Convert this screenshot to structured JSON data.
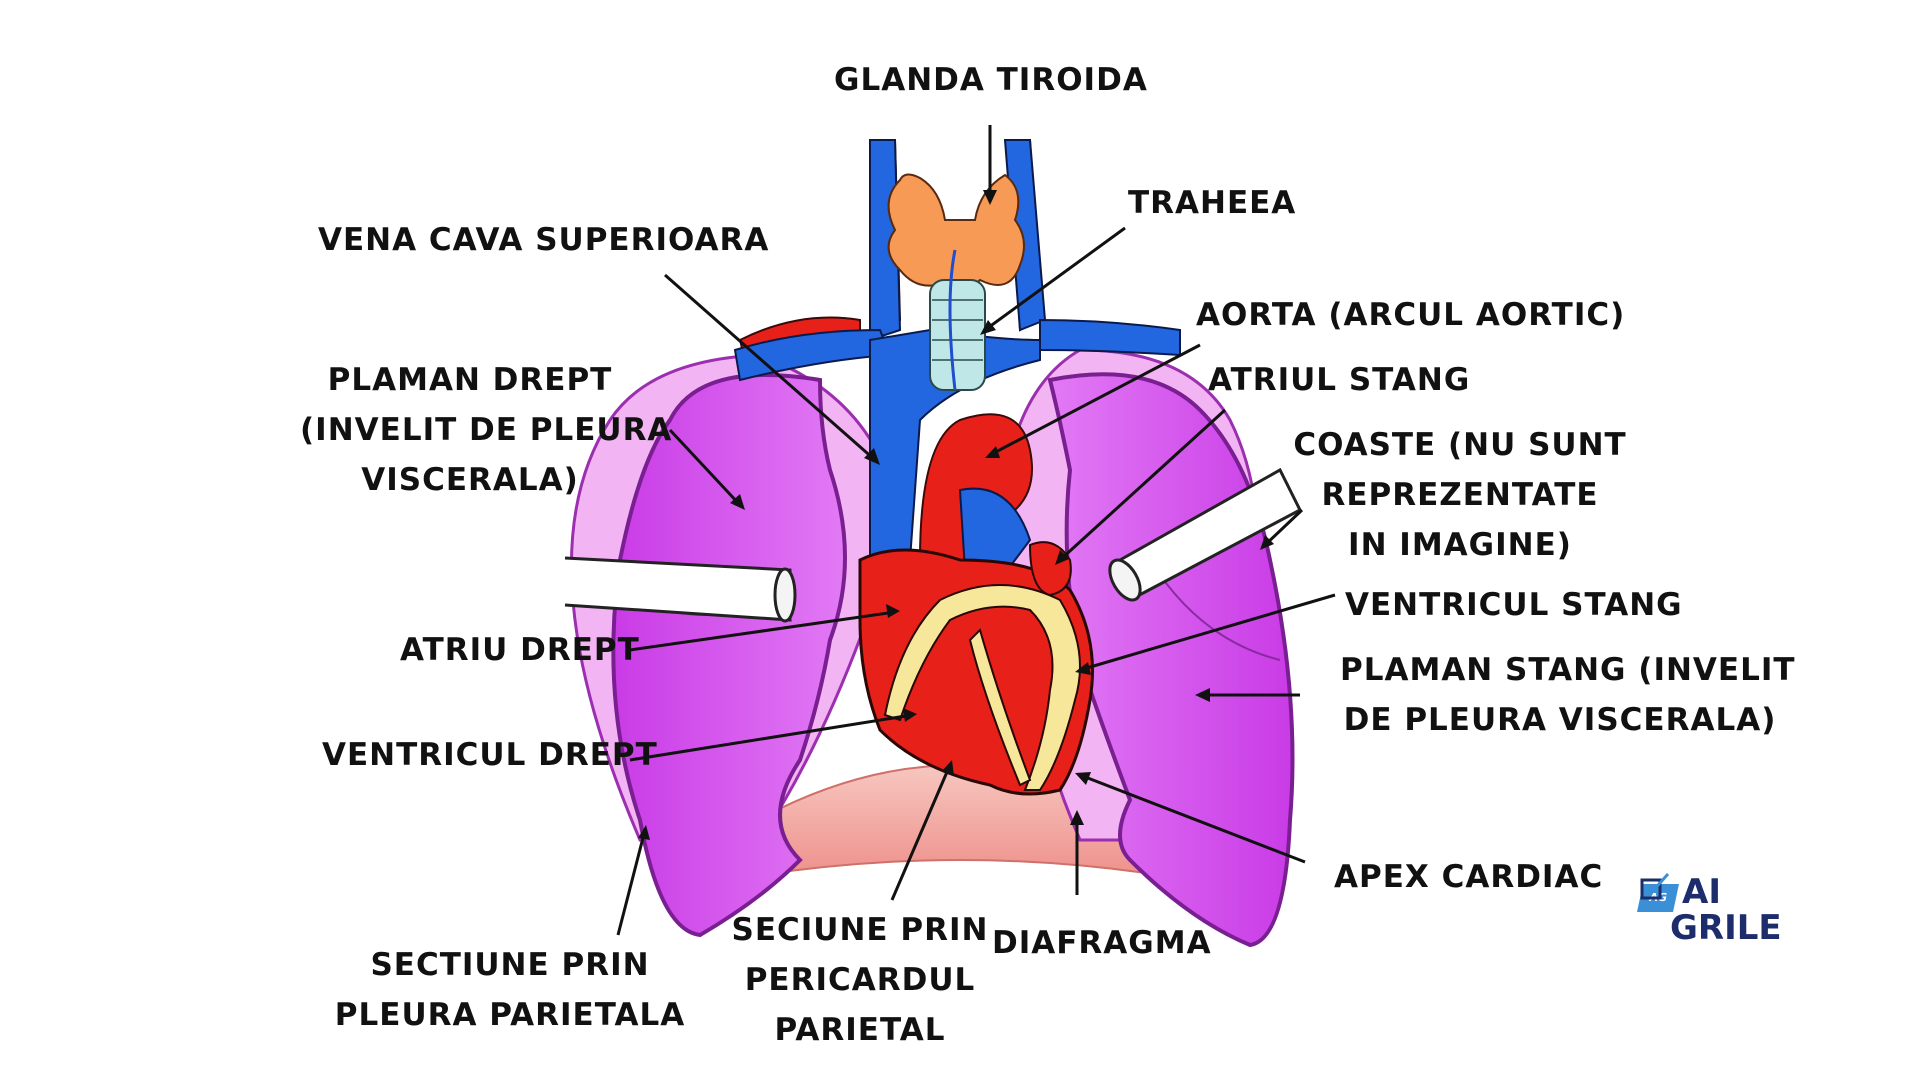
{
  "labels": {
    "glanda_tiroida": "GLANDA TIROIDA",
    "traheea": "TRAHEEA",
    "vena_cava_superioara": "VENA CAVA SUPERIOARA",
    "aorta": "AORTA (ARCUL AORTIC)",
    "atriul_stang": "ATRIUL STANG",
    "plaman_drept": [
      "PLAMAN DREPT",
      "(INVELIT DE PLEURA",
      "VISCERALA)"
    ],
    "coaste": [
      "COASTE (NU SUNT",
      "REPREZENTATE",
      "IN  IMAGINE)"
    ],
    "ventricul_stang": "VENTRICUL STANG",
    "atriu_drept": "ATRIU DREPT",
    "plaman_stang": [
      "PLAMAN STANG (INVELIT",
      "DE PLEURA VISCERALA)"
    ],
    "ventricul_drept": "VENTRICUL DREPT",
    "apex_cardiac": "APEX CARDIAC",
    "sectiune_pleura": [
      "SECTIUNE PRIN",
      "PLEURA PARIETALA"
    ],
    "seciune_pericard": [
      "SECIUNE PRIN",
      "PERICARDUL",
      "PARIETAL"
    ],
    "diafragma": "DIAFRAGMA"
  },
  "logo": {
    "badge": "AG",
    "line1": "AI",
    "line2": "GRILE"
  },
  "colors": {
    "lung": "#d94ef2",
    "lung_dark": "#a02ac0",
    "pleura": "#f3b0f3",
    "vein": "#2266e0",
    "artery": "#e8201a",
    "thyroid": "#f69a55",
    "trachea": "#bfe7e7",
    "fat": "#f7e79a",
    "diaphragm": "#f2a6a0",
    "logo_blue": "#3a8fd6",
    "logo_navy": "#1d2d6b"
  }
}
